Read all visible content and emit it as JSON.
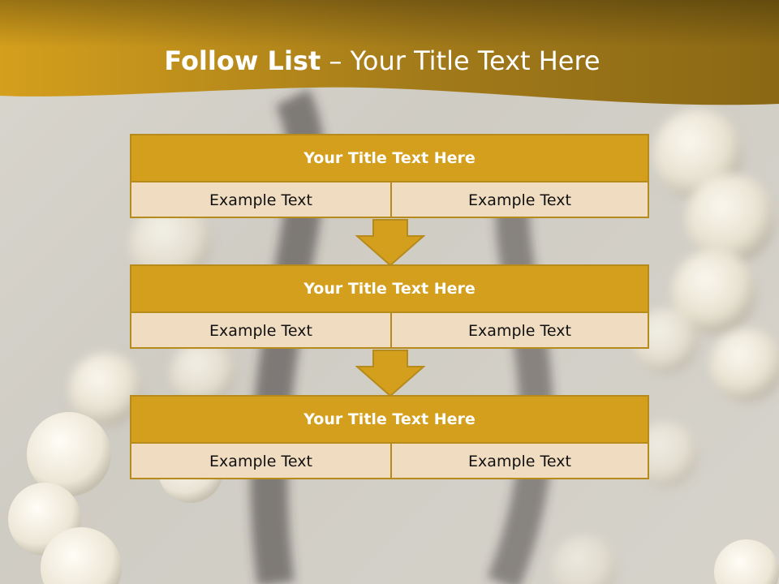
{
  "slide": {
    "title_bold": "Follow List",
    "title_rest": " – Your Title Text Here"
  },
  "steps": [
    {
      "title": "Your Title Text Here",
      "left": "Example Text",
      "right": "Example Text"
    },
    {
      "title": "Your Title Text Here",
      "left": "Example Text",
      "right": "Example Text"
    },
    {
      "title": "Your Title Text Here",
      "left": "Example Text",
      "right": "Example Text"
    }
  ],
  "colors": {
    "header_gold": "#d49f1c",
    "header_dark": "#7e5e12",
    "box_fill": "#f0dcc0",
    "box_border": "#b68a1b",
    "arrow_fill": "#d49f1c"
  }
}
